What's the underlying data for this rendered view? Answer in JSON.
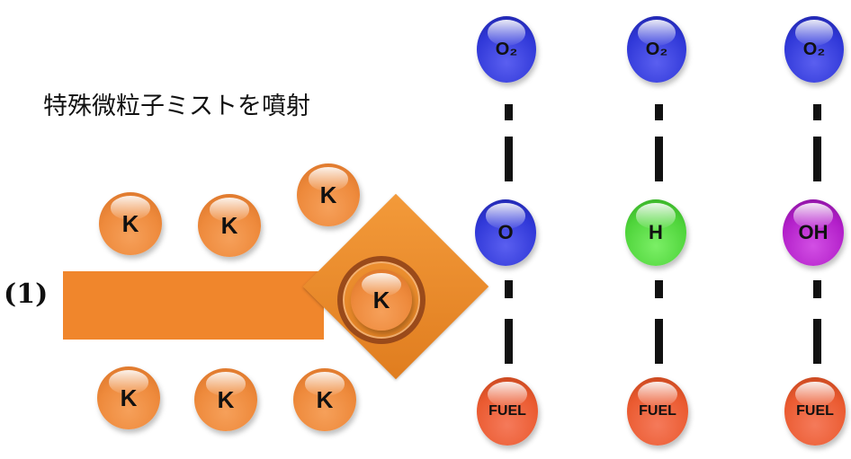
{
  "title": "特殊微粒子ミストを噴射",
  "step_label": "(1)",
  "k_label": "K",
  "columns": [
    {
      "top": "O₂",
      "middle": "O",
      "bottom": "FUEL"
    },
    {
      "top": "O₂",
      "middle": "H",
      "bottom": "FUEL"
    },
    {
      "top": "O₂",
      "middle": "OH",
      "bottom": "FUEL"
    }
  ],
  "colors": {
    "arrow": "#f0862c",
    "potassium": "#ee8a3c",
    "oxygen": "#3038d8",
    "hydrogen": "#4ed43a",
    "hydroxyl": "#b21ec9",
    "fuel": "#ea5a30"
  }
}
